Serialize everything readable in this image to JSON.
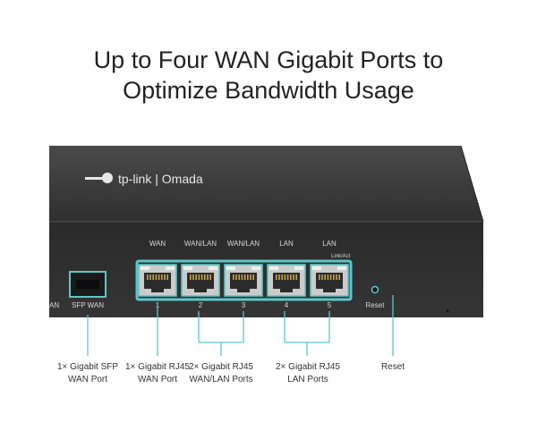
{
  "headline": {
    "line1": "Up to Four WAN Gigabit Ports to",
    "line2": "Optimize Bandwidth Usage"
  },
  "brand": {
    "logo_text": "tp-link | Omada"
  },
  "panel_labels": {
    "port_names": [
      "WAN",
      "WAN/LAN",
      "WAN/LAN",
      "LAN",
      "LAN"
    ],
    "port_numbers": [
      "1",
      "2",
      "3",
      "4",
      "5"
    ],
    "link_act": "Link/Act",
    "sfp": "SFP WAN",
    "cut_left": "AN",
    "reset": "Reset"
  },
  "callouts": {
    "sfp": {
      "line1": "1× Gigabit SFP",
      "line2": "WAN Port"
    },
    "rj45_wan": {
      "line1": "1× Gigabit RJ45",
      "line2": "WAN Port"
    },
    "wan_lan": {
      "line1": "2× Gigabit RJ45",
      "line2": "WAN/LAN Ports"
    },
    "lan": {
      "line1": "2× Gigabit RJ45",
      "line2": "LAN Ports"
    },
    "reset": {
      "line1": "Reset"
    }
  },
  "colors": {
    "highlight": "#5cc6c9",
    "chassis": "#3a3a3a",
    "text": "#333333"
  }
}
